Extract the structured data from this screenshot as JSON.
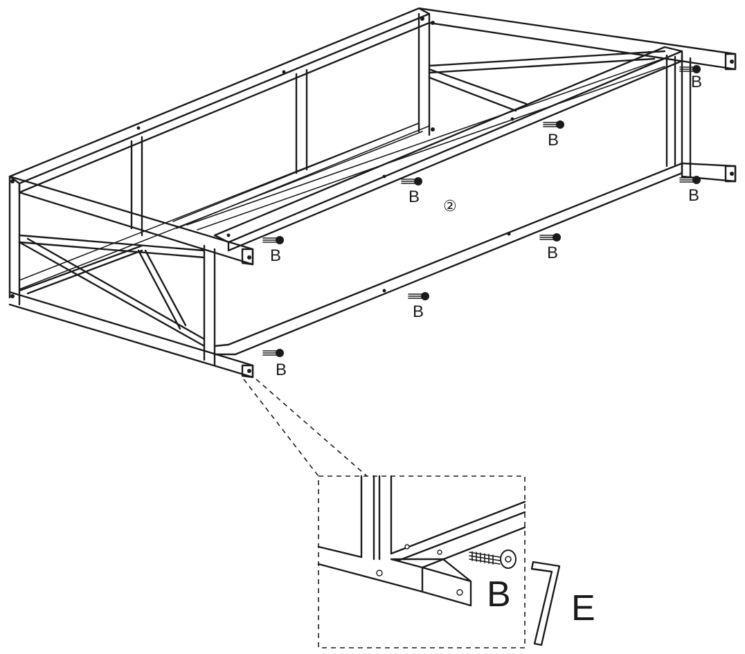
{
  "step_marker": "②",
  "bolt_label": "B",
  "tool_label": "E",
  "detail_bolt_label": "B",
  "detail_tool_label": "E"
}
